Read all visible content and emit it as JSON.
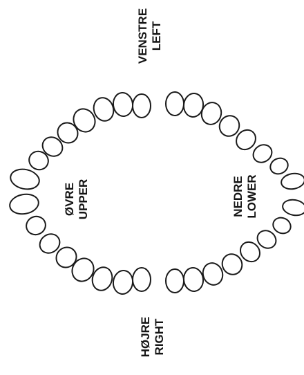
{
  "labels": {
    "venstre": "VENSTRE",
    "left": "LEFT",
    "hojre": "HØJRE",
    "right": "RIGHT",
    "ovre": "ØVRE",
    "upper": "UPPER",
    "nedre": "NEDRE",
    "lower": "LOWER"
  },
  "arches": [
    {
      "name": "upper-arch",
      "tooth_count": 16
    },
    {
      "name": "lower-arch",
      "tooth_count": 16
    }
  ]
}
